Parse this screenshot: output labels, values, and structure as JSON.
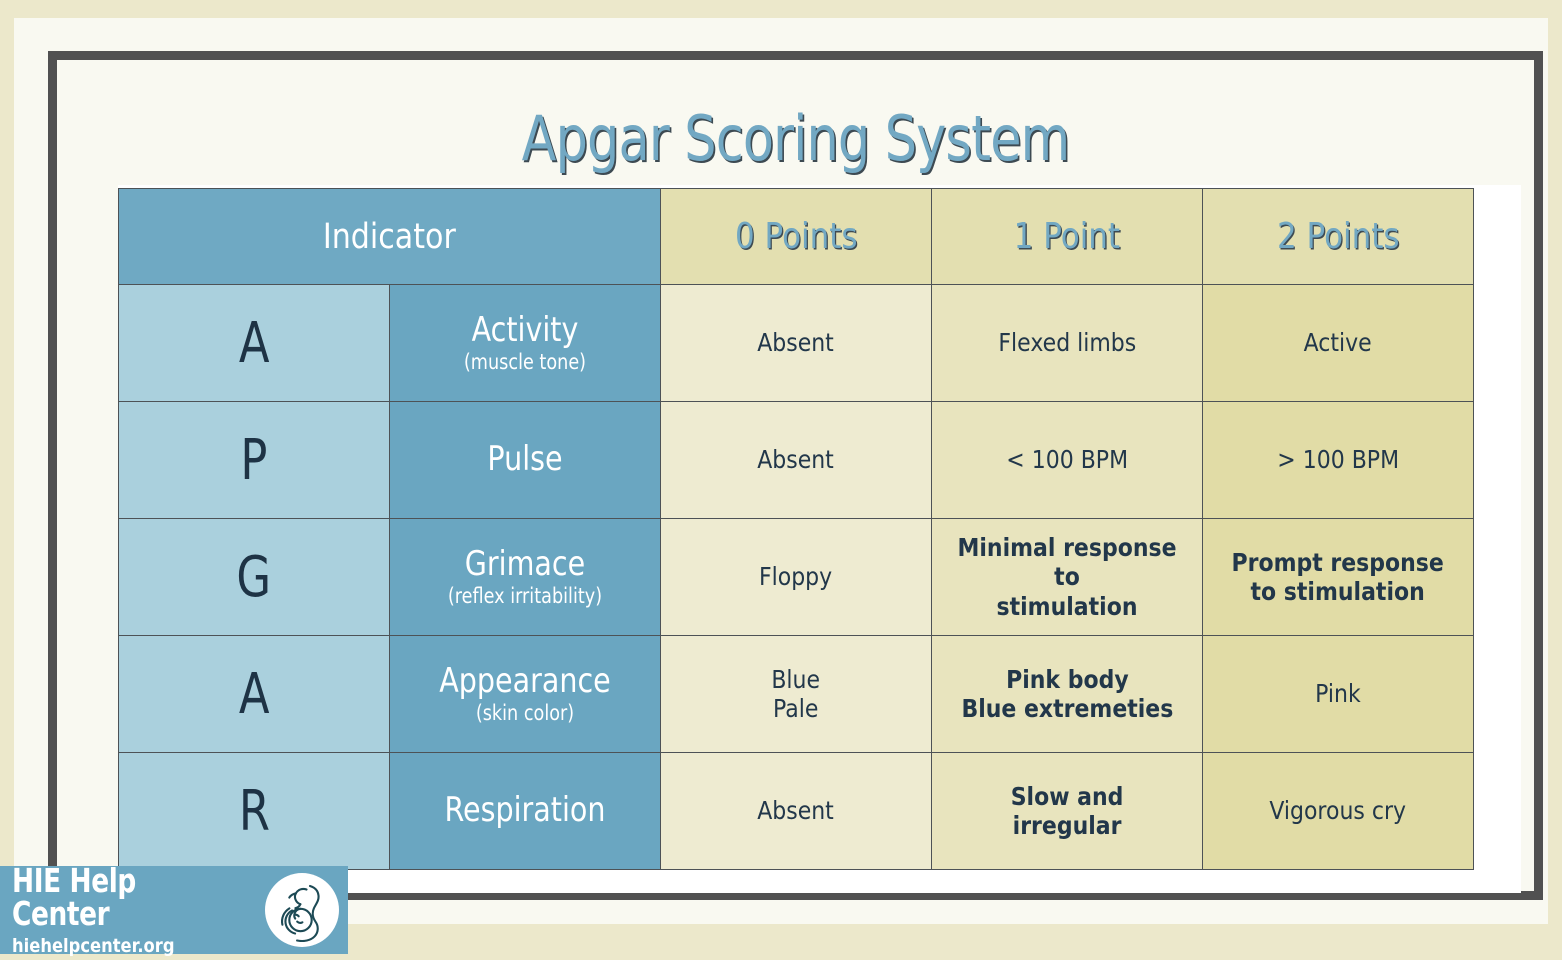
{
  "title": "Apgar Scoring System",
  "table": {
    "headers": {
      "indicator": "Indicator",
      "points0": "0 Points",
      "points1": "1 Point",
      "points2": "2 Points"
    },
    "rows": [
      {
        "letter": "A",
        "name": "Activity",
        "sub": "(muscle tone)",
        "v0": "Absent",
        "v1": "Flexed limbs",
        "v2": "Active",
        "emphasis": false
      },
      {
        "letter": "P",
        "name": "Pulse",
        "sub": "",
        "v0": "Absent",
        "v1": "< 100 BPM",
        "v2": "> 100 BPM",
        "emphasis": false
      },
      {
        "letter": "G",
        "name": "Grimace",
        "sub": "(reflex irritability)",
        "v0": "Floppy",
        "v1": "Minimal response to\nstimulation",
        "v2": "Prompt response\nto stimulation",
        "emphasis": true
      },
      {
        "letter": "A",
        "name": "Appearance",
        "sub": "(skin color)",
        "v0": "Blue\nPale",
        "v1": "Pink body\nBlue extremeties",
        "v2": "Pink",
        "emphasis": true
      },
      {
        "letter": "R",
        "name": "Respiration",
        "sub": "",
        "v0": "Absent",
        "v1": "Slow and\nirregular",
        "v2": "Vigorous cry",
        "emphasis": true
      }
    ]
  },
  "logo": {
    "name": "HIE Help Center",
    "url": "hiehelpcenter.org",
    "icon": "mother-and-baby-icon"
  },
  "colors": {
    "page_border": "#ece8cb",
    "page_bg": "#f9f9f1",
    "frame": "#515151",
    "accent_blue": "#6aa6c1",
    "letter_blue": "#aad0dd",
    "header_yellow": "#e3dfb0",
    "value_light": "#eeebd1",
    "value_mid": "#e8e4be",
    "value_dark": "#e1dca6",
    "text_dark": "#22374a",
    "title_blue": "#72a8c3"
  }
}
